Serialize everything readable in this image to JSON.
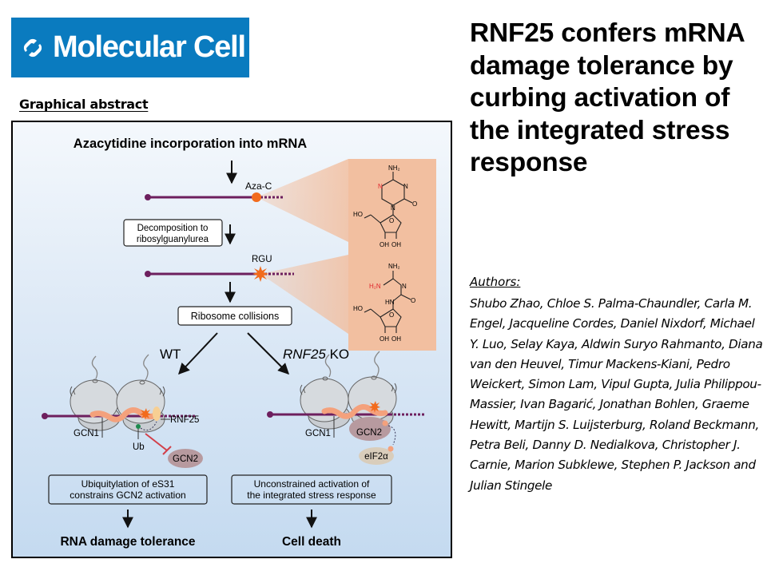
{
  "journal": {
    "name": "Molecular Cell",
    "brand_color": "#0a7bbf"
  },
  "graphical_abstract_label": "Graphical abstract",
  "article": {
    "title": "RNF25 confers mRNA damage tolerance by curbing activation of the integrated stress response",
    "authors_label": "Authors:",
    "authors": "Shubo Zhao, Chloe S. Palma-Chaundler, Carla M. Engel, Jacqueline Cordes, Daniel Nixdorf, Michael Y. Luo, Selay Kaya, Aldwin Suryo Rahmanto, Diana van den Heuvel, Timur Mackens-Kiani, Pedro Weickert, Simon Lam, Vipul Gupta, Julia Philippou-Massier, Ivan Bagarić, Jonathan Bohlen, Graeme Hewitt, Martijn S. Luijsterburg, Roland Beckmann, Petra Beli, Danny D. Nedialkova, Christopher J. Carnie, Marion Subklewe, Stephen P. Jackson and Julian Stingele"
  },
  "diagram": {
    "heading": "Azacytidine incorporation into mRNA",
    "aza_label": "Aza-C",
    "decomposition_line1": "Decomposition to",
    "decomposition_line2": "ribosylguanylurea",
    "rgu_label": "RGU",
    "collisions_label": "Ribosome collisions",
    "wt_label": "WT",
    "ko_gene": "RNF25",
    "ko_suffix": " KO",
    "chem_aza": {
      "nh2": "NH₂",
      "n_red": "N",
      "n1": "N",
      "n2": "N",
      "o": "O",
      "ho": "HO",
      "ring_o": "O",
      "oh1": "OH",
      "oh2": "OH"
    },
    "chem_rgu": {
      "nh2": "NH₂",
      "h2n_red": "H₂N",
      "n": "N",
      "hn": "HN",
      "o": "O",
      "ho": "HO",
      "ring_o": "O",
      "oh1": "OH",
      "oh2": "OH"
    },
    "wt": {
      "gcn1": "GCN1",
      "rnf25": "RNF25",
      "ub": "Ub",
      "gcn2": "GCN2",
      "box_line1": "Ubiquitylation of eS31",
      "box_line2": "constrains GCN2 activation",
      "outcome": "RNA damage tolerance"
    },
    "ko": {
      "gcn1": "GCN1",
      "gcn2": "GCN2",
      "eif2a": "eIF2α",
      "box_line1": "Unconstrained activation of",
      "box_line2": "the integrated stress response",
      "outcome": "Cell death"
    },
    "colors": {
      "mrna": "#6d1f5e",
      "aza_dot": "#f26b1d",
      "chem_panel": "#f2bfa0",
      "ribosome": "#d3d7db",
      "peptide": "#f4a17c",
      "gcn2": "#b79a9f",
      "eif2a": "#d9cdbb",
      "inhibit": "#d2404a",
      "ub": "#1d8a4e",
      "rnf25": "#f7cf93"
    }
  }
}
